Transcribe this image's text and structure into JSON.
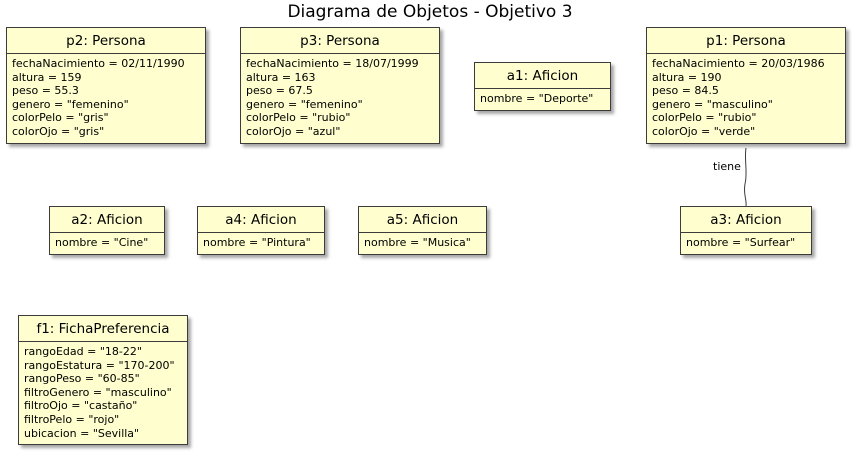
{
  "title": "Diagrama de Objetos - Objetivo 3",
  "objects": {
    "p2": {
      "name": "p2: Persona",
      "attrs": [
        "fechaNacimiento = 02/11/1990",
        "altura = 159",
        "peso = 55.3",
        "genero = \"femenino\"",
        "colorPelo = \"gris\"",
        "colorOjo = \"gris\""
      ]
    },
    "p3": {
      "name": "p3: Persona",
      "attrs": [
        "fechaNacimiento = 18/07/1999",
        "altura = 163",
        "peso = 67.5",
        "genero = \"femenino\"",
        "colorPelo = \"rubio\"",
        "colorOjo = \"azul\""
      ]
    },
    "a1": {
      "name": "a1: Aficion",
      "attrs": [
        "nombre = \"Deporte\""
      ]
    },
    "p1": {
      "name": "p1: Persona",
      "attrs": [
        "fechaNacimiento = 20/03/1986",
        "altura = 190",
        "peso = 84.5",
        "genero = \"masculino\"",
        "colorPelo = \"rubio\"",
        "colorOjo = \"verde\""
      ]
    },
    "a2": {
      "name": "a2: Aficion",
      "attrs": [
        "nombre = \"Cine\""
      ]
    },
    "a4": {
      "name": "a4: Aficion",
      "attrs": [
        "nombre = \"Pintura\""
      ]
    },
    "a5": {
      "name": "a5: Aficion",
      "attrs": [
        "nombre = \"Musica\""
      ]
    },
    "a3": {
      "name": "a3: Aficion",
      "attrs": [
        "nombre = \"Surfear\""
      ]
    },
    "f1": {
      "name": "f1: FichaPreferencia",
      "attrs": [
        "rangoEdad = \"18-22\"",
        "rangoEstatura = \"170-200\"",
        "rangoPeso = \"60-85\"",
        "filtroGenero = \"masculino\"",
        "filtroOjo = \"castaño\"",
        "filtroPelo = \"rojo\"",
        "ubicacion = \"Sevilla\""
      ]
    }
  },
  "links": [
    {
      "from": "p1",
      "to": "a3",
      "label": "tiene"
    }
  ],
  "colors": {
    "object_fill": "#fefece",
    "border": "#3c3c3c"
  }
}
